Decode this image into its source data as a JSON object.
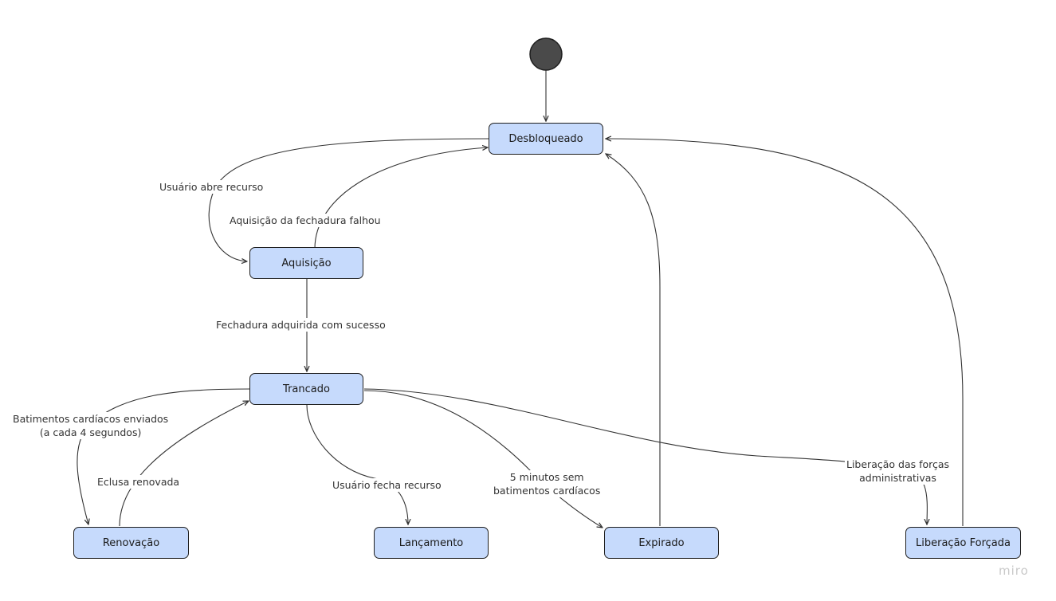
{
  "states": {
    "desbloqueado": "Desbloqueado",
    "aquisicao": "Aquisição",
    "trancado": "Trancado",
    "renovacao": "Renovação",
    "lancamento": "Lançamento",
    "expirado": "Expirado",
    "liberacao_forcada": "Liberação Forçada"
  },
  "transitions": {
    "usuario_abre_recurso": "Usuário abre recurso",
    "aquisicao_falhou": "Aquisição da fechadura falhou",
    "fechadura_adquirida": "Fechadura adquirida com sucesso",
    "batimentos_line1": "Batimentos cardíacos enviados",
    "batimentos_line2": "(a cada 4 segundos)",
    "eclusa_renovada": "Eclusa renovada",
    "usuario_fecha_recurso": "Usuário fecha recurso",
    "sem_batimentos_line1": "5 minutos sem",
    "sem_batimentos_line2": "batimentos cardíacos",
    "liberacao_line1": "Liberação das forças",
    "liberacao_line2": "administrativas"
  },
  "watermark": "miro",
  "colors": {
    "state_fill": "#c6dafc",
    "state_border": "#1f1f1f",
    "initial_node": "#4a4a4a",
    "edge": "#333333"
  }
}
